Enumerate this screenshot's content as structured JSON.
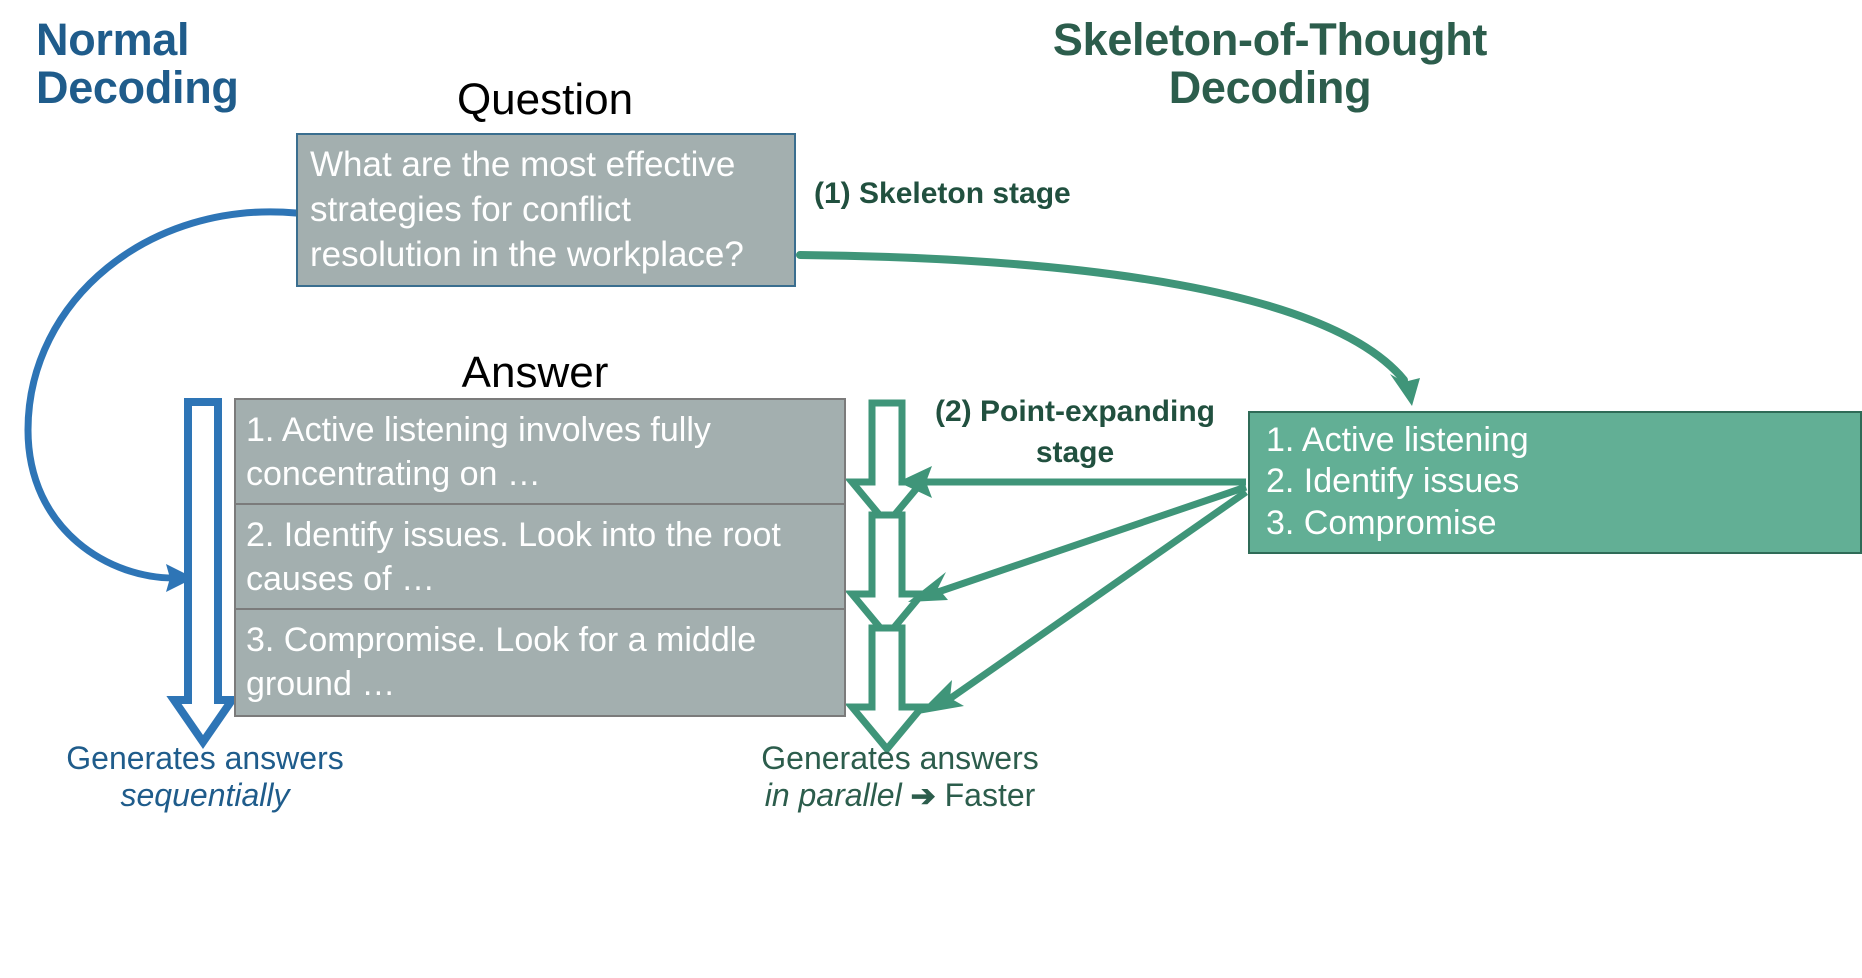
{
  "titles": {
    "left": "Normal\nDecoding",
    "right": "Skeleton-of-Thought\nDecoding",
    "left_color": "#1F5C8B",
    "right_color": "#2C5D4C"
  },
  "labels": {
    "question": "Question",
    "answer": "Answer"
  },
  "question": {
    "text": "What are the most effective strategies for conflict resolution in the workplace?",
    "fill": "#A3AFAF",
    "border": "#3A6E8F",
    "text_color": "#ffffff"
  },
  "answer": {
    "fill": "#A3AFAF",
    "border": "#7B7B7B",
    "text_color": "#ffffff",
    "rows": [
      "1. Active listening involves fully concentrating on …",
      "2. Identify issues. Look into the root causes of …",
      "3. Compromise. Look for a middle ground …"
    ]
  },
  "skeleton": {
    "fill": "#62AF95",
    "border": "#2F6B57",
    "text_color": "#ffffff",
    "items": [
      "1. Active listening",
      "2. Identify issues",
      "3. Compromise"
    ]
  },
  "stages": {
    "one": "(1) Skeleton stage",
    "two": "(2) Point-expanding stage",
    "color": "#21503F"
  },
  "captions": {
    "left_line1": "Generates answers",
    "left_line2": "sequentially",
    "right_line1": "Generates answers",
    "right_line2_em": "in parallel",
    "right_arrow_glyph": "➔",
    "right_line2_tail": "Faster",
    "left_color": "#1F5C8B",
    "right_color": "#2C5D4C"
  },
  "arrows": {
    "blue_color": "#2E75B6",
    "green_color": "#3F9579",
    "blue_curve_name": "normal-decoding-feedback-curve",
    "green_curve_name": "skeleton-stage-curve",
    "blue_block_arrow_name": "sequential-generation-arrow",
    "green_block_arrow_names": [
      "parallel-generation-arrow-1",
      "parallel-generation-arrow-2",
      "parallel-generation-arrow-3"
    ],
    "green_fan_arrow_names": [
      "point-expand-arrow-1",
      "point-expand-arrow-2",
      "point-expand-arrow-3"
    ]
  }
}
